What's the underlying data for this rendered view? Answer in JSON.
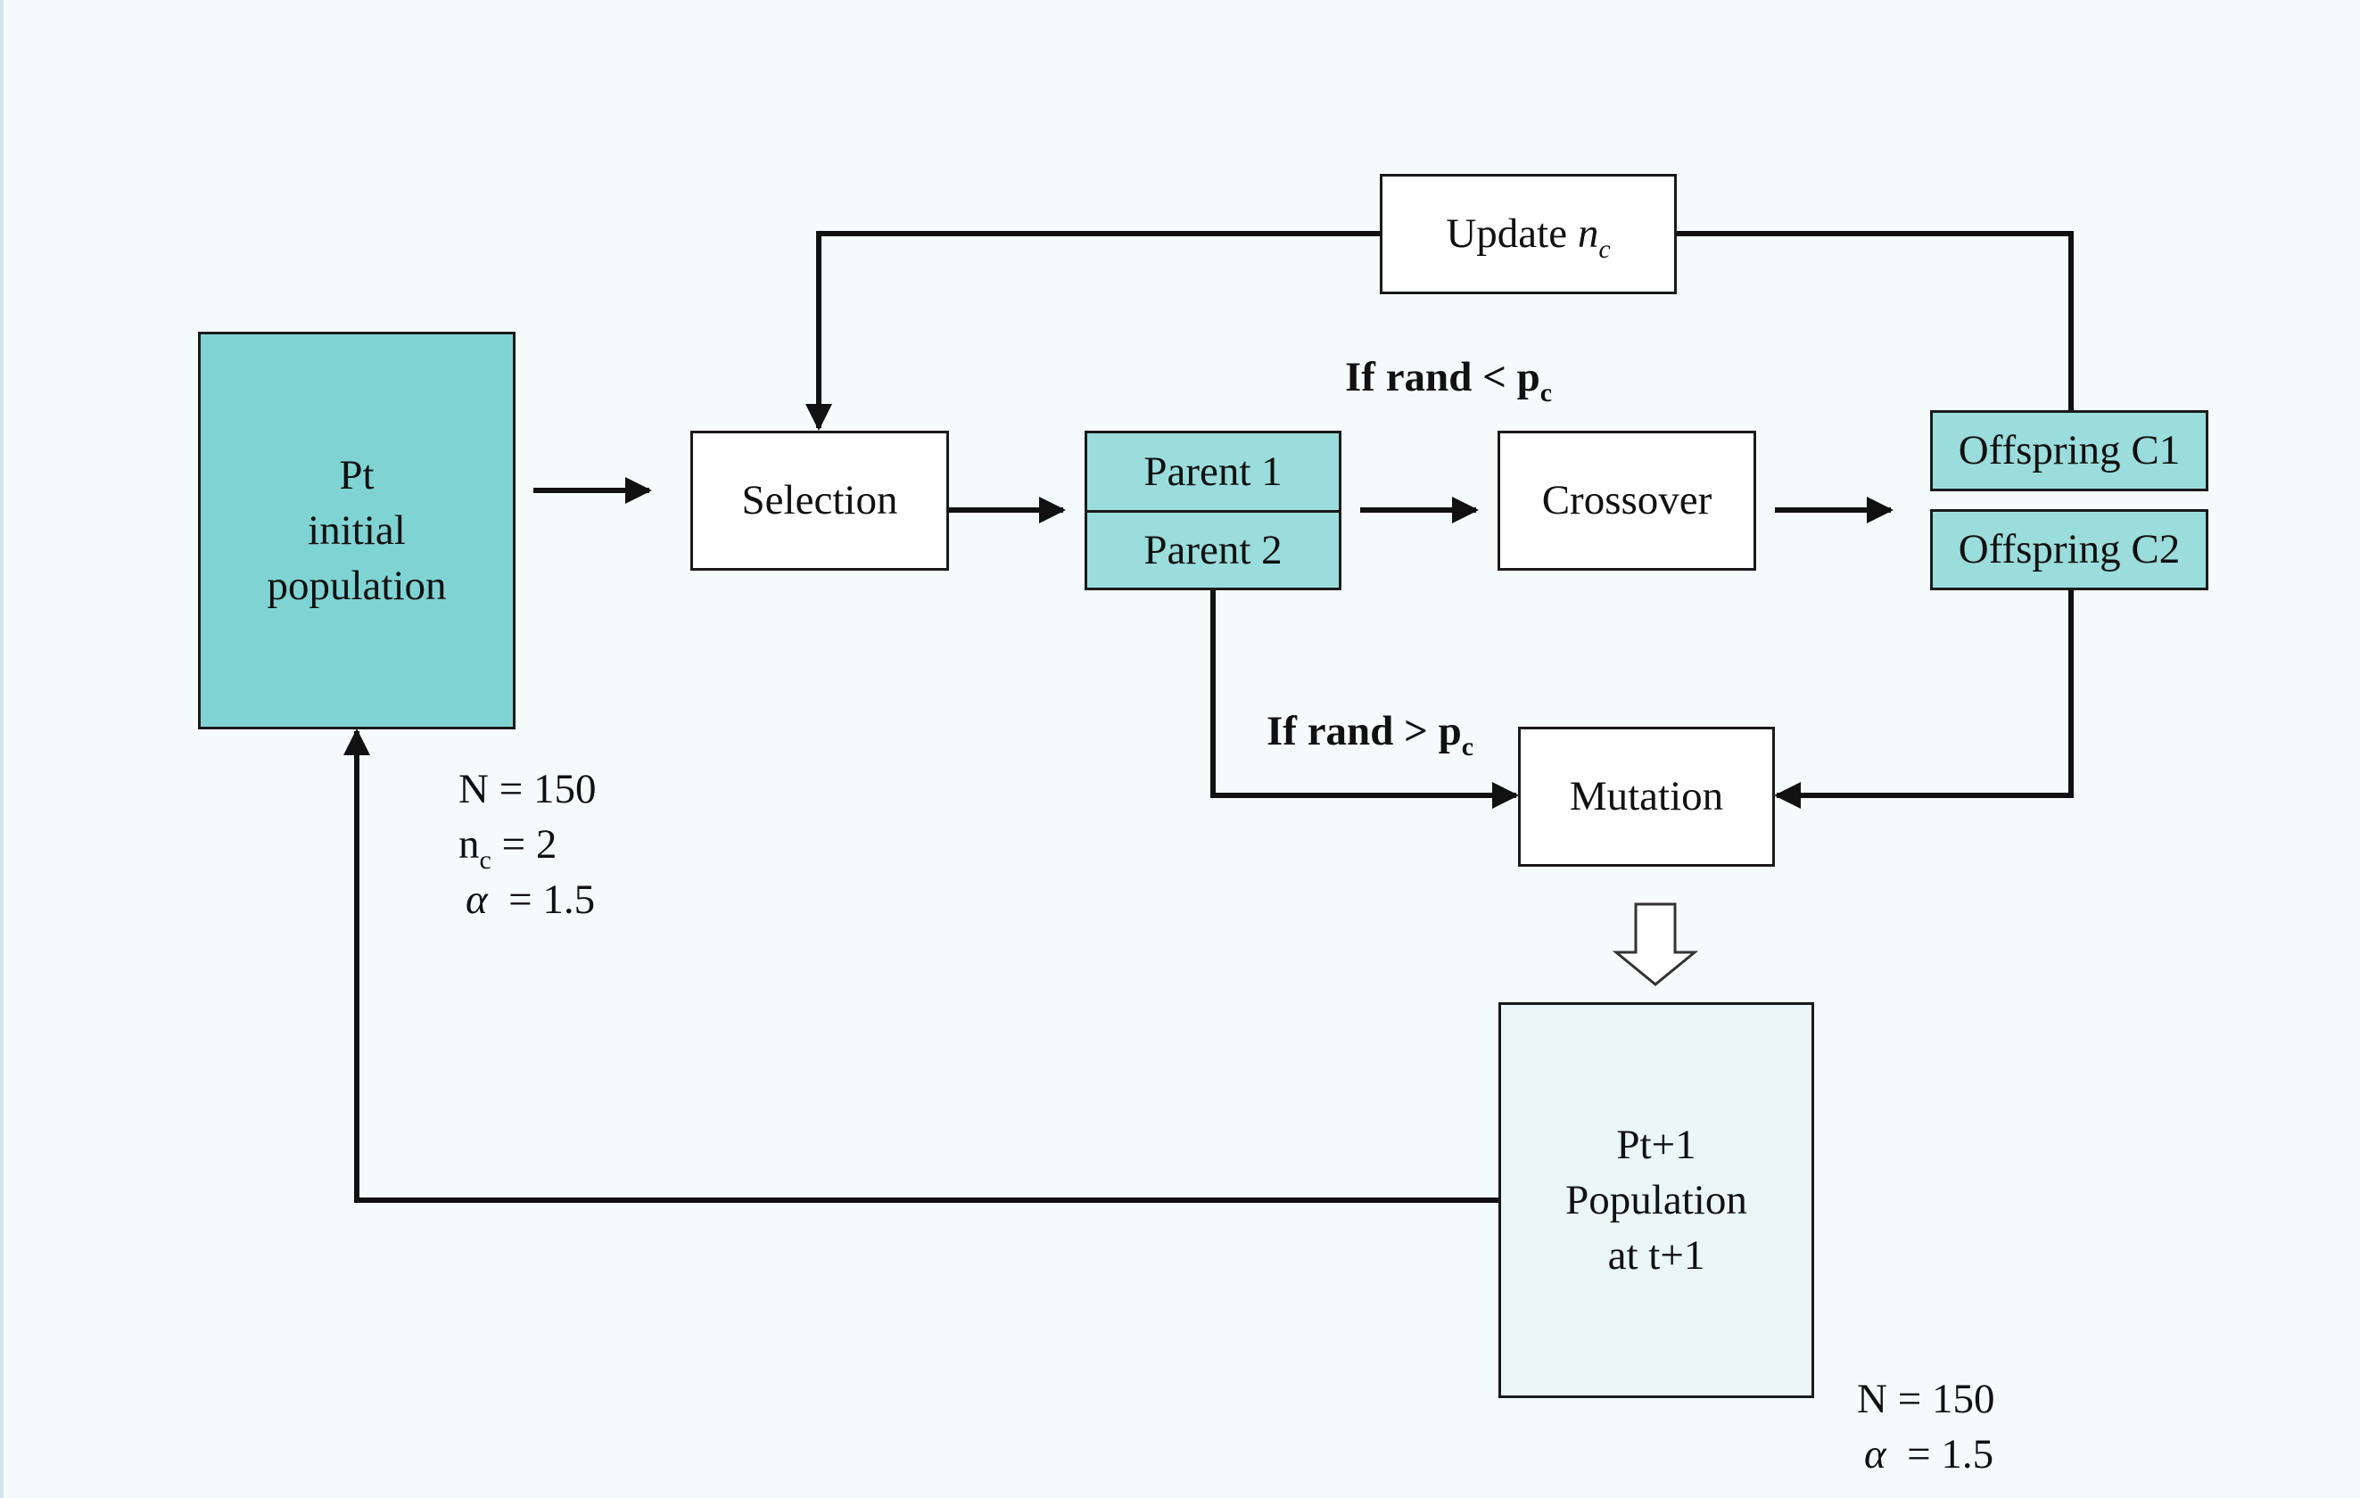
{
  "diagram": {
    "pt_box": {
      "line1": "Pt",
      "line2": "initial",
      "line3": "population"
    },
    "selection_box": {
      "label": "Selection"
    },
    "parent1_box": {
      "label": "Parent 1"
    },
    "parent2_box": {
      "label": "Parent 2"
    },
    "crossover_box": {
      "label": "Crossover"
    },
    "offspring_c1_box": {
      "label": "Offspring C1"
    },
    "offspring_c2_box": {
      "label": "Offspring C2"
    },
    "update_box": {
      "label": "Update",
      "var": "n",
      "sub": "c"
    },
    "mutation_box": {
      "label": "Mutation"
    },
    "pt1_box": {
      "line1": "Pt+1",
      "line2": "Population",
      "line3": "at t+1"
    },
    "cond_crossover": {
      "text": "If rand < p",
      "sub": "c"
    },
    "cond_mutation": {
      "text": "If rand > p",
      "sub": "c"
    },
    "params_left": {
      "n_line": "N = 150",
      "nc_var": "n",
      "nc_sub": "c",
      "nc_rest": " = 2",
      "alpha_symbol": "α",
      "alpha_rest": "  = 1.5"
    },
    "params_right": {
      "n_line": "N = 150",
      "alpha_symbol": "α",
      "alpha_rest": "  = 1.5"
    }
  }
}
